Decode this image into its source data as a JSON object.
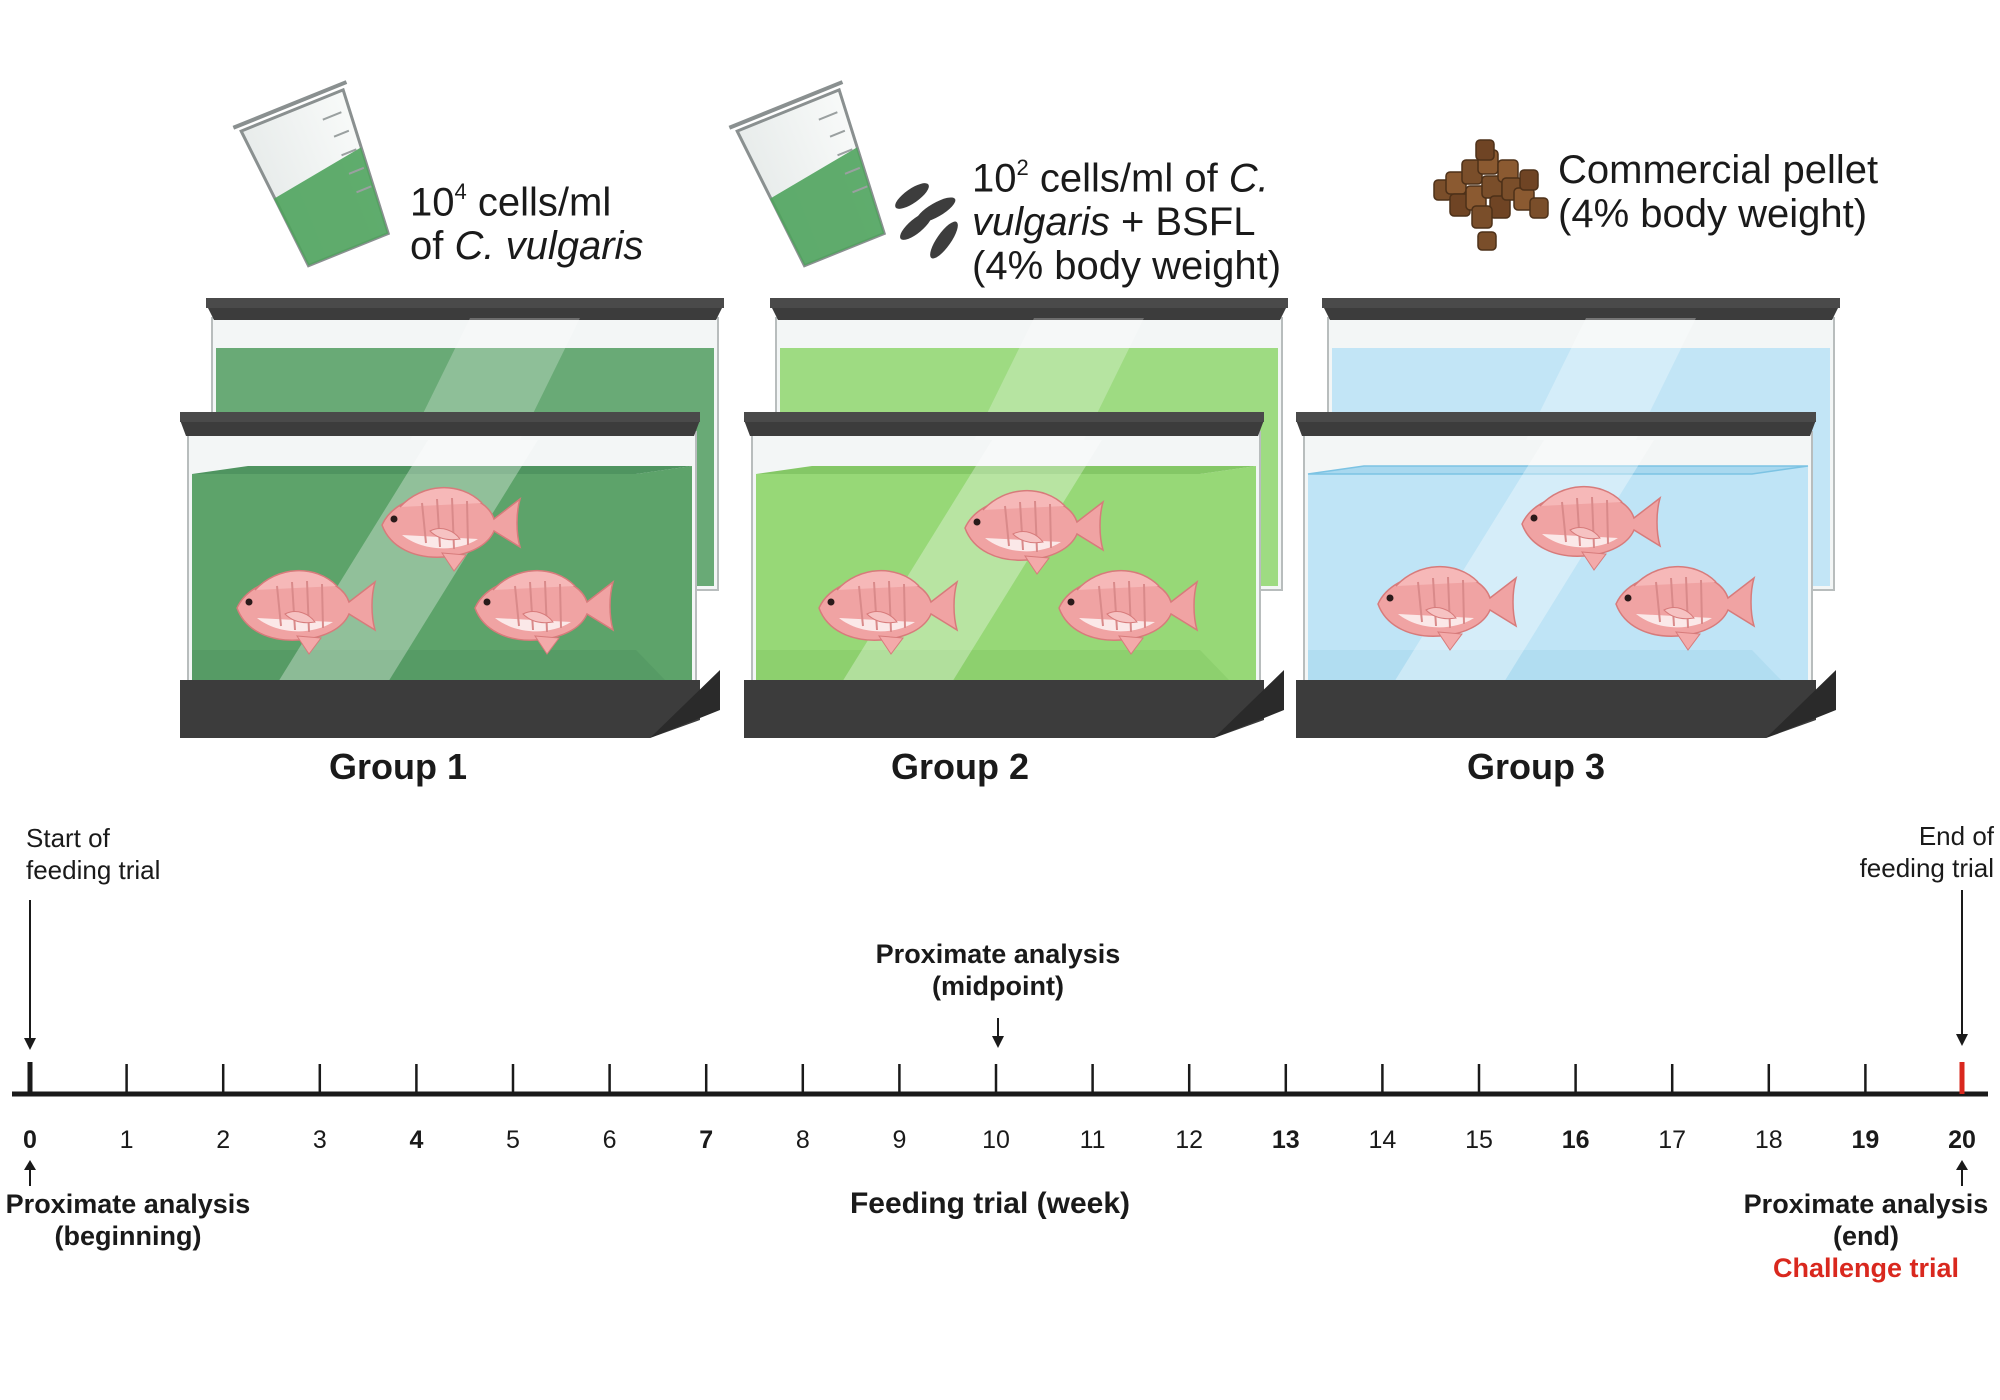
{
  "groups": [
    {
      "label": "Group 1",
      "diet_line1_base": "10",
      "diet_line1_exp": "4",
      "diet_line1_rest": " cells/ml",
      "diet_line2_pre": "of ",
      "diet_line2_italic": "C. vulgaris",
      "water_color": "#5da36a"
    },
    {
      "label": "Group 2",
      "diet_line1_base": "10",
      "diet_line1_exp": "2",
      "diet_line1_rest": " cells/ml of ",
      "diet_line1_italic": "C.",
      "diet_line2_italic": "vulgaris",
      "diet_line2_rest": " + BSFL",
      "diet_line3": "(4% body weight)",
      "water_color": "#97d877"
    },
    {
      "label": "Group 3",
      "diet_line1": "Commercial pellet",
      "diet_line2": "(4% body weight)",
      "water_color": "#bfe4f6"
    }
  ],
  "timeline": {
    "start_label_1": "Start of",
    "start_label_2": "feeding trial",
    "end_label_1": "End of",
    "end_label_2": "feeding trial",
    "mid_label_1": "Proximate analysis",
    "mid_label_2": "(midpoint)",
    "begin_label_1": "Proximate analysis",
    "begin_label_2": "(beginning)",
    "axis_title": "Feeding trial (week)",
    "end_analysis_1": "Proximate analysis",
    "end_analysis_2": "(end)",
    "challenge_label": "Challenge trial",
    "weeks": [
      "0",
      "1",
      "2",
      "3",
      "4",
      "5",
      "6",
      "7",
      "8",
      "9",
      "10",
      "11",
      "12",
      "13",
      "14",
      "15",
      "16",
      "17",
      "18",
      "19",
      "20"
    ],
    "bold_weeks": [
      "0",
      "4",
      "7",
      "13",
      "16",
      "19",
      "20"
    ],
    "accent_color": "#d9281e"
  }
}
